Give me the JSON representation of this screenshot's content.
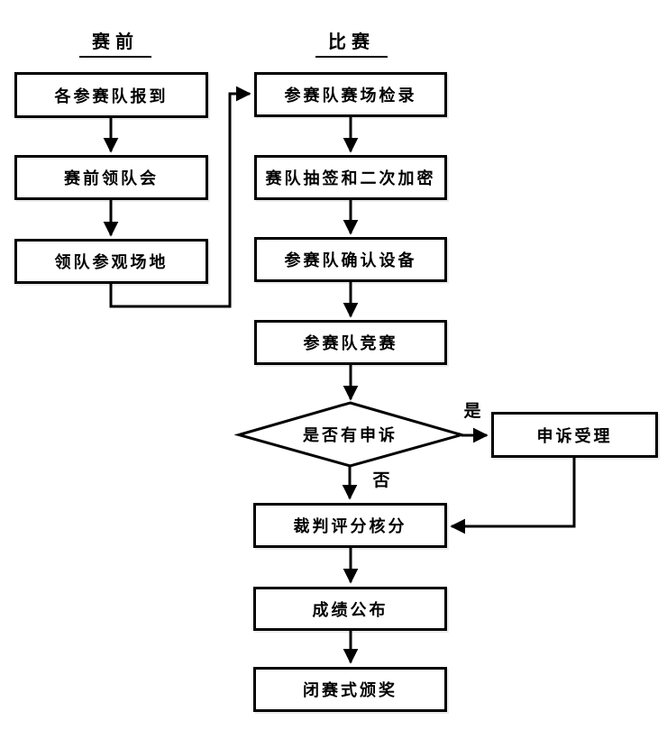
{
  "headers": {
    "pre": "赛前",
    "match": "比赛"
  },
  "nodes": {
    "registration": "各参赛队报到",
    "leader_meeting": "赛前领队会",
    "venue_visit": "领队参观场地",
    "check_in": "参赛队赛场检录",
    "draw_encryption": "赛队抽签和二次加密",
    "equipment_confirm": "参赛队确认设备",
    "competition": "参赛队竞赛",
    "appeal_decision": "是否有申诉",
    "appeal_acceptance": "申诉受理",
    "judge_scoring": "裁判评分核分",
    "results_publish": "成绩公布",
    "closing_awards": "闭赛式颁奖"
  },
  "edge_labels": {
    "yes": "是",
    "no": "否"
  },
  "colors": {
    "line": "#000000",
    "background": "#ffffff"
  }
}
